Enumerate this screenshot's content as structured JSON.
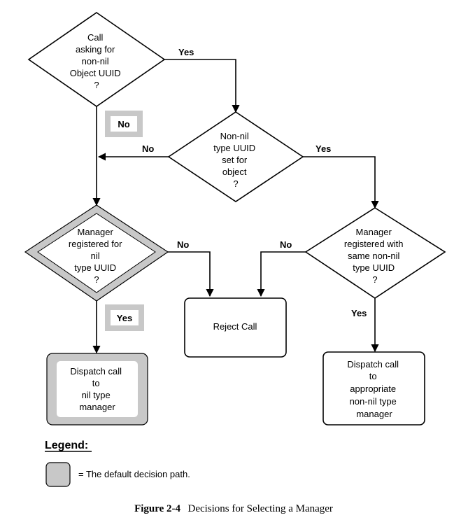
{
  "nodes": {
    "call_asking": {
      "lines": [
        "Call",
        "asking for",
        "non-nil",
        "Object UUID",
        "?"
      ]
    },
    "nonnil_type_set": {
      "lines": [
        "Non-nil",
        "type UUID",
        "set for",
        "object",
        "?"
      ]
    },
    "manager_nil": {
      "lines": [
        "Manager",
        "registered for",
        "nil",
        "type UUID",
        "?"
      ]
    },
    "manager_same": {
      "lines": [
        "Manager",
        "registered with",
        "same non-nil",
        "type UUID",
        "?"
      ]
    },
    "reject_call": {
      "lines": [
        "Reject Call"
      ]
    },
    "dispatch_nil": {
      "lines": [
        "Dispatch call",
        "to",
        "nil type",
        "manager"
      ]
    },
    "dispatch_appropriate": {
      "lines": [
        "Dispatch call",
        "to",
        "appropriate",
        "non-nil type",
        "manager"
      ]
    }
  },
  "edge_labels": {
    "yes": "Yes",
    "no": "No"
  },
  "legend": {
    "title": "Legend:",
    "description": "= The default decision path."
  },
  "caption": {
    "label": "Figure 2-4",
    "text": "Decisions for Selecting a Manager"
  },
  "colors": {
    "default_path": "#c8c8c8",
    "stroke": "#000000",
    "background": "#ffffff"
  }
}
